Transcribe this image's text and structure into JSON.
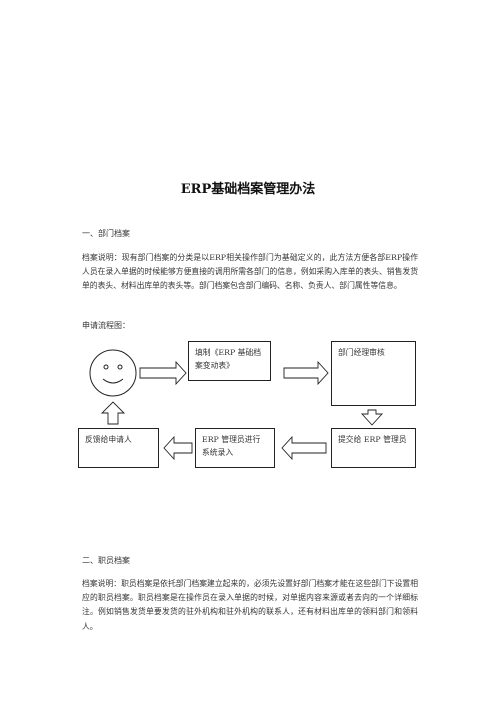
{
  "document": {
    "title": "ERP基础档案管理办法",
    "section1": {
      "heading": "一、部门档案",
      "body": "档案说明：现有部门档案的分类是以ERP相关操作部门为基础定义的，此方法方便各部ERP操作人员在录入单据的时候能够方便直接的调用所需各部门的信息，例如采购入库单的表头、销售发货单的表头、材料出库单的表头等。部门档案包含部门编码、名称、负责人、部门属性等信息。",
      "flow_label": "申请流程图："
    },
    "flowchart": {
      "applicant_icon": "smiley-face-icon",
      "step_fill_form": "填制《ERP 基础档案变动表》",
      "step_manager_review": "部门经理审核",
      "step_submit": "提交给 ERP 管理员",
      "step_system_entry": "ERP 管理员进行系统录入",
      "step_feedback": "反馈给申请人"
    },
    "section2": {
      "heading": "二、职员档案",
      "body": "档案说明：职员档案是依托部门档案建立起来的，必须先设置好部门档案才能在这些部门下设置相应的职员档案。职员档案是在操作员在录入单据的时候，对单据内容来源或者去向的一个详细标注。例如销售发货单要发货的驻外机构和驻外机构的联系人，还有材料出库单的领料部门和领料人。"
    }
  }
}
